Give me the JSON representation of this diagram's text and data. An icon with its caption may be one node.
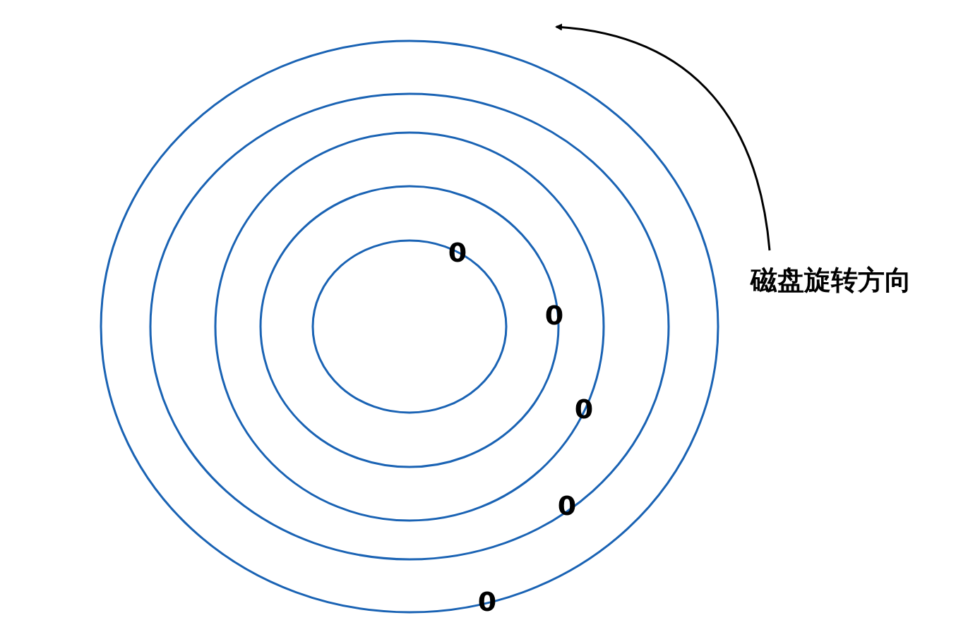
{
  "diagram": {
    "labels": [
      "0",
      "磁盘旋转方向",
      "0",
      "0",
      "0",
      "0"
    ]
  }
}
